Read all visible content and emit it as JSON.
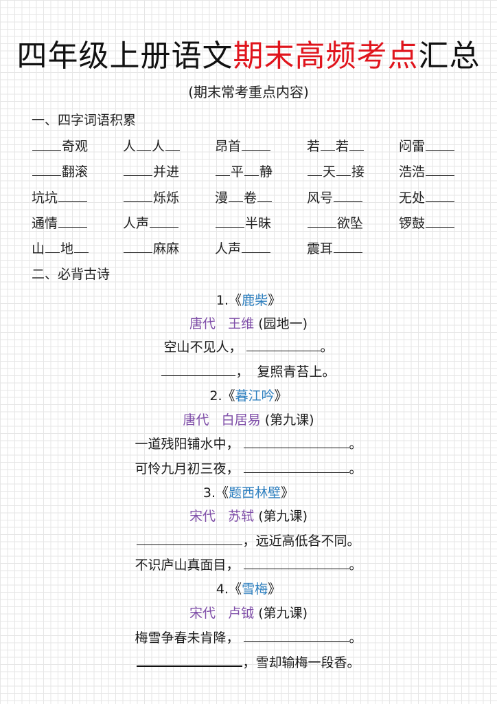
{
  "header": {
    "title_black_1": "四年级上册语文",
    "title_red": "期末高频考点",
    "title_black_2": "汇总",
    "subtitle": "(期末常考重点内容)"
  },
  "colors": {
    "title_red": "#e0141c",
    "poem_title_blue": "#2d7fbf",
    "author_purple": "#7f4ea8",
    "text": "#1a1a1a"
  },
  "section1": {
    "heading": "一、四字词语积累",
    "rows": [
      [
        {
          "pre": "",
          "b1": "b4",
          "mid": "奇观",
          "b2": "",
          "post": "",
          "b3": ""
        },
        {
          "pre": "人",
          "b1": "b2",
          "mid": "人",
          "b2": "b2",
          "post": "",
          "b3": ""
        },
        {
          "pre": "昂首",
          "b1": "b4",
          "mid": "",
          "b2": "",
          "post": "",
          "b3": ""
        },
        {
          "pre": "若",
          "b1": "b2",
          "mid": "若",
          "b2": "b2",
          "post": "",
          "b3": ""
        },
        {
          "pre": "闷雷",
          "b1": "b4",
          "mid": "",
          "b2": "",
          "post": "",
          "b3": ""
        }
      ]
    ],
    "items": [
      [
        "____奇观",
        "人__人__",
        "昂首____",
        "若__若__",
        "闷雷____"
      ],
      [
        "____翻滚",
        "____并进",
        "__平__静",
        "__天__接",
        "浩浩____"
      ],
      [
        "坑坑____",
        "____烁烁",
        "漫__卷__",
        "风号____",
        "无处____"
      ],
      [
        "通情____",
        "人声____",
        "____半昧",
        "____欲坠",
        "锣鼓____"
      ],
      [
        "山__地__",
        "____麻麻",
        "人声____",
        "震耳____"
      ]
    ]
  },
  "section2": {
    "heading": "二、必背古诗",
    "poems": [
      {
        "number": "1.",
        "title": "鹿柴",
        "dynasty": "唐代",
        "author": "王维",
        "source": "(园地一)",
        "line1_text": "空山不见人，",
        "line1_end": "。",
        "line2_end": "，  复照青苔上。"
      },
      {
        "number": "2.",
        "title": "暮江吟",
        "dynasty": "唐代",
        "author": "白居易",
        "source": "(第九课)",
        "line1_text": "一道残阳铺水中，",
        "line1_end": "。",
        "line2_text": "可怜九月初三夜，",
        "line2_end": "。"
      },
      {
        "number": "3.",
        "title": "题西林壁",
        "dynasty": "宋代",
        "author": "苏轼",
        "source": "(第九课)",
        "line1_end": "，远近高低各不同。",
        "line2_text": "不识庐山真面目，",
        "line2_end": "。"
      },
      {
        "number": "4.",
        "title": "雪梅",
        "dynasty": "宋代",
        "author": "卢钺",
        "source": "(第九课)",
        "line1_text": "梅雪争春未肯降，",
        "line1_end": "。",
        "line2_end": "，雪却输梅一段香。"
      }
    ],
    "open_quote": "《",
    "close_quote": "》"
  }
}
